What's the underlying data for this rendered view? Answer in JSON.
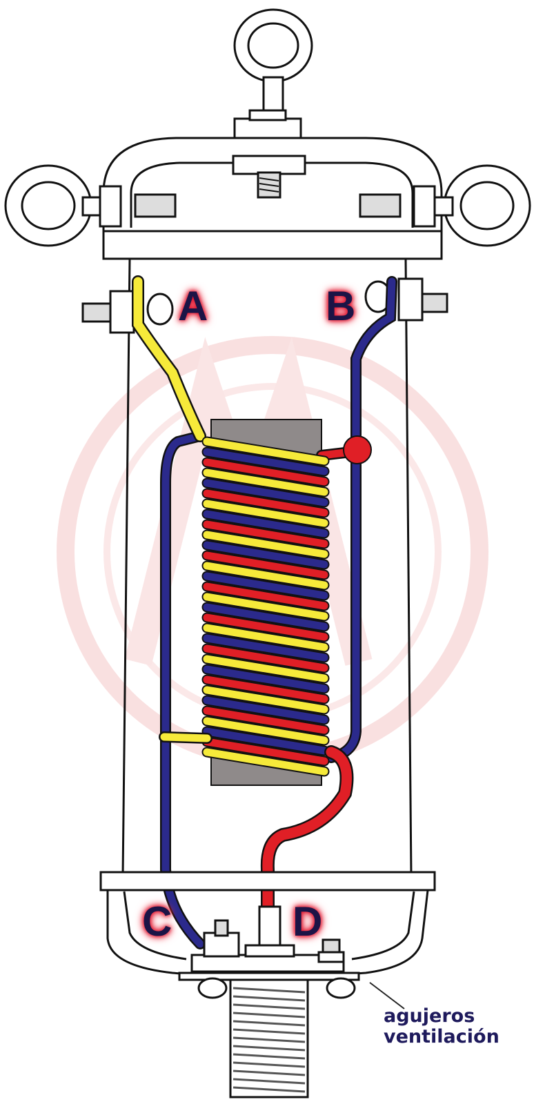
{
  "diagram": {
    "terminals": {
      "a": "A",
      "b": "B",
      "c": "C",
      "d": "D"
    },
    "annotation": {
      "line1": "agujeros",
      "line2": "ventilación"
    },
    "colors": {
      "yellow_wire": "#f6ea3a",
      "blue_wire": "#2b2a8c",
      "red_wire": "#e01f26",
      "core": "#8f8a8a",
      "outline": "#111111",
      "watermark": "#f3c9c9",
      "label_text": "#1b1446",
      "label_glow": "#e0102a"
    }
  }
}
